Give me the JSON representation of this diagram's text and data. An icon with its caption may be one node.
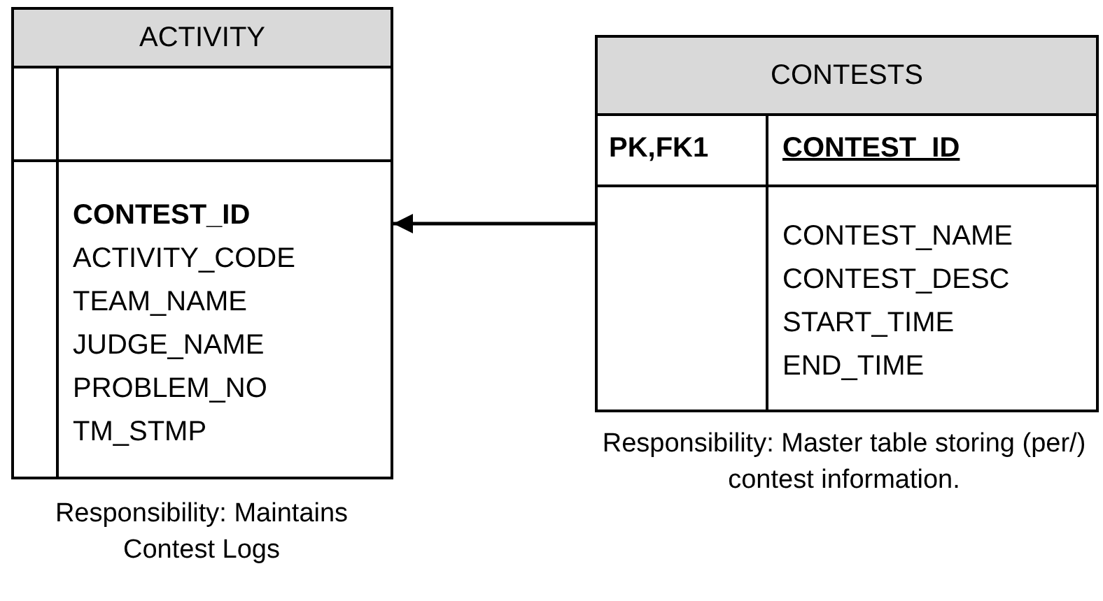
{
  "diagram": {
    "nodes": [
      {
        "text": [
          "ACTIVITY",
          "CONTEST_ID",
          "ACTIVITY_CODE",
          "TEAM_NAME",
          "JUDGE_NAME",
          "PROBLEM_NO",
          "TM_STMP"
        ],
        "beside": [
          "Responsibility: Maintains Contest Logs"
        ]
      },
      {
        "text": [
          "CONTESTS",
          "PK,FK1",
          "CONTEST_ID",
          "CONTEST_NAME",
          "CONTEST_DESC",
          "START_TIME",
          "END_TIME"
        ],
        "beside": [
          "Responsibility: Master table storing (per/) contest information."
        ]
      }
    ],
    "edges": [
      {
        "from": 1,
        "to": 0,
        "arrow": "to"
      }
    ]
  }
}
